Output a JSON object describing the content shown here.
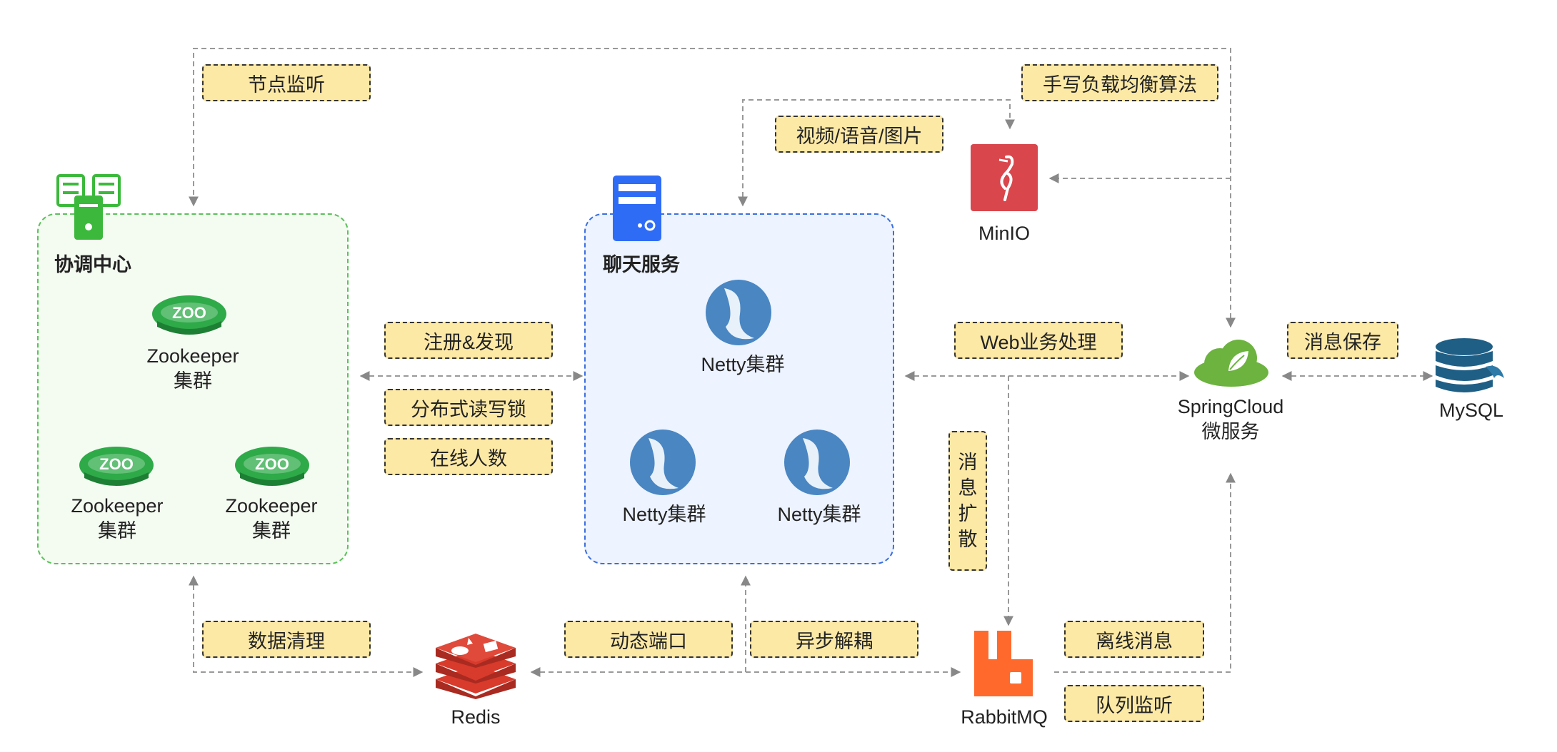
{
  "colors": {
    "tag_fill": "#fde9a6",
    "green": "#3cb93c",
    "blue_panel": "#edf3ff",
    "blue_server": "#2f6cf6",
    "minio_red": "#d9464c",
    "redis_red": "#d83a2c",
    "rabbit_orange": "#ff6a2c",
    "spring_green": "#6cb33f",
    "mysql_blue": "#1f5f86"
  },
  "nodes": {
    "coord_title": "协调中心",
    "chat_title": "聊天服务",
    "zk1": "Zookeeper\n集群",
    "zk2": "Zookeeper\n集群",
    "zk3": "Zookeeper\n集群",
    "netty1": "Netty集群",
    "netty2": "Netty集群",
    "netty3": "Netty集群",
    "minio": "MinIO",
    "springcloud": "SpringCloud\n微服务",
    "mysql": "MySQL",
    "redis": "Redis",
    "rabbitmq": "RabbitMQ"
  },
  "tags": {
    "node_listen": "节点监听",
    "load_balance": "手写负载均衡算法",
    "media": "视频/语音/图片",
    "register": "注册&发现",
    "dist_lock": "分布式读写锁",
    "online": "在线人数",
    "web_biz": "Web业务处理",
    "msg_save": "消息保存",
    "msg_expand": [
      "消",
      "息",
      "扩",
      "散"
    ],
    "data_clean": "数据清理",
    "dyn_port": "动态端口",
    "async": "异步解耦",
    "offline_msg": "离线消息",
    "queue_listen": "队列监听"
  },
  "icons": {
    "coord": "server-cluster-icon",
    "chat": "server-icon",
    "zookeeper": "zookeeper-logo-icon",
    "netty": "netty-logo-icon",
    "minio": "minio-logo-icon",
    "spring": "spring-leaf-cloud-icon",
    "mysql": "database-dolphin-icon",
    "redis": "redis-logo-icon",
    "rabbitmq": "rabbitmq-logo-icon"
  }
}
